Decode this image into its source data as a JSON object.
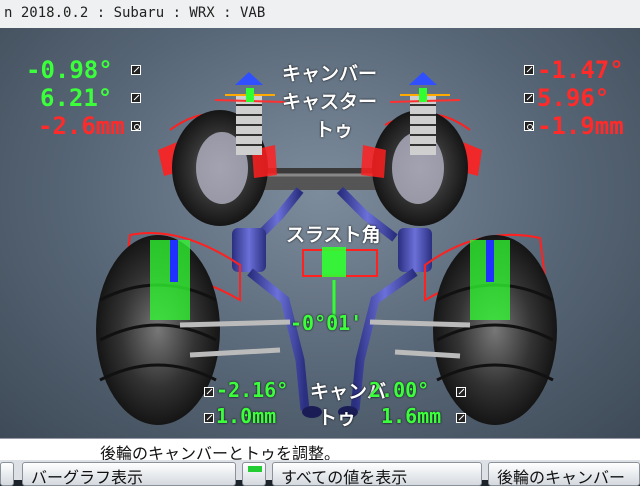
{
  "title_bar": {
    "text": "n 2018.0.2 : Subaru : WRX : VAB"
  },
  "front": {
    "labels": {
      "camber": "キャンバー",
      "caster": "キャスター",
      "toe": "トゥ"
    },
    "left": {
      "camber": "-0.98°",
      "caster": "6.21°",
      "toe": "-2.6mm"
    },
    "right": {
      "camber": "-1.47°",
      "caster": "5.96°",
      "toe": "-1.9mm"
    }
  },
  "thrust": {
    "label": "スラスト角",
    "value": "-0°01'"
  },
  "rear": {
    "camber_label": "キャンバ",
    "toe_label": "トゥ",
    "left": {
      "camber": "-2.16°",
      "toe": "1.0mm"
    },
    "right": {
      "camber": "2.00°",
      "toe": "1.6mm"
    }
  },
  "instruction": "後輪のキャンバーとトゥを調整。",
  "buttons": {
    "left": "バーグラフ表示",
    "middle": "すべての値を表示",
    "right": "後輪のキャンバー"
  },
  "colors": {
    "in_spec": "#3cff3c",
    "out_of_spec": "#ff2a2a",
    "axle": "#4a4fc0"
  }
}
